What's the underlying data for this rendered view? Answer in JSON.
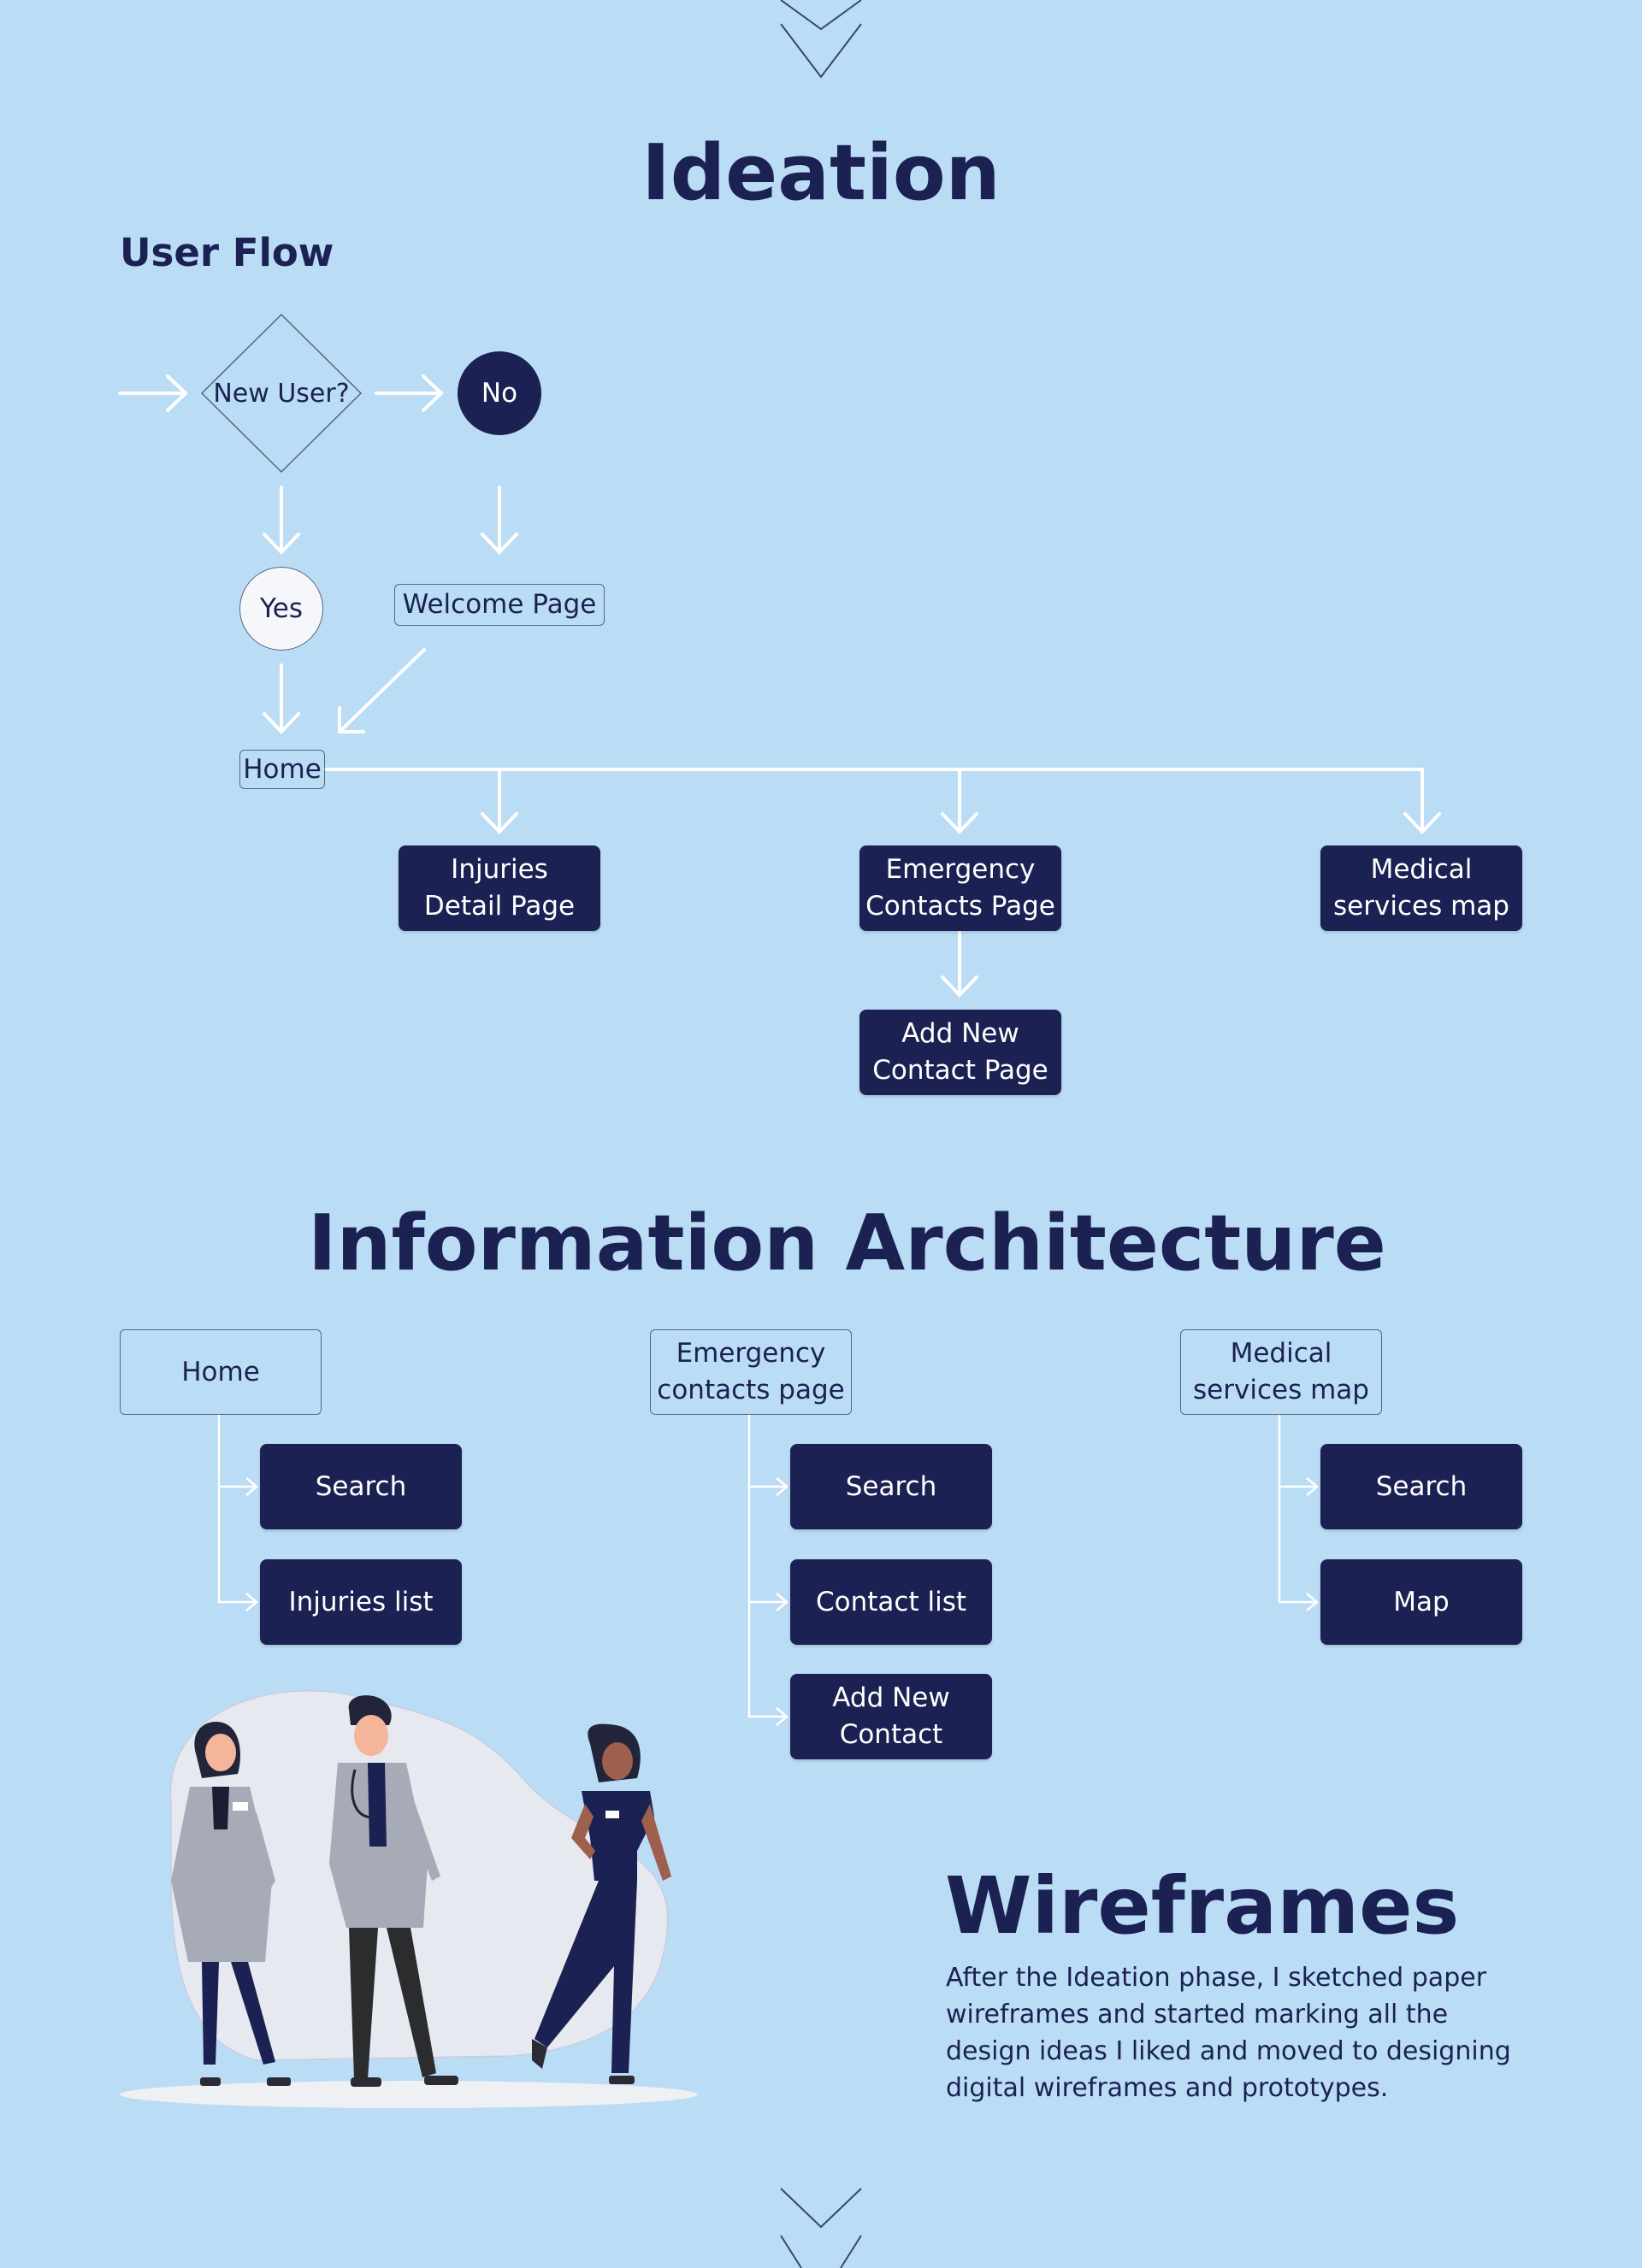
{
  "sections": {
    "ideation_title": "Ideation",
    "user_flow_title": "User Flow",
    "ia_title": "Information Architecture",
    "wireframes_title": "Wireframes",
    "wireframes_body": "After the Ideation phase, I sketched paper wireframes and started marking all the design ideas I liked and moved to designing digital wireframes and prototypes."
  },
  "user_flow": {
    "decision": "New User?",
    "no": "No",
    "yes": "Yes",
    "welcome": "Welcome Page",
    "home": "Home",
    "injuries": "Injuries\nDetail Page",
    "emergency": "Emergency\nContacts Page",
    "medical": "Medical\nservices map",
    "add_contact": "Add New\nContact Page"
  },
  "info_arch": {
    "columns": [
      {
        "parent": "Home",
        "children": [
          "Search",
          "Injuries list"
        ]
      },
      {
        "parent": "Emergency\ncontacts page",
        "children": [
          "Search",
          "Contact list",
          "Add New\nContact"
        ]
      },
      {
        "parent": "Medical\nservices map",
        "children": [
          "Search",
          "Map"
        ]
      }
    ]
  },
  "colors": {
    "background": "#bbdcf5",
    "navy": "#1b2152",
    "arrow": "#ffffff",
    "outline": "#5a6480"
  },
  "icons": [
    "chevron-down-icon",
    "arrow-right-icon",
    "arrow-down-icon",
    "doctor-illustration"
  ]
}
